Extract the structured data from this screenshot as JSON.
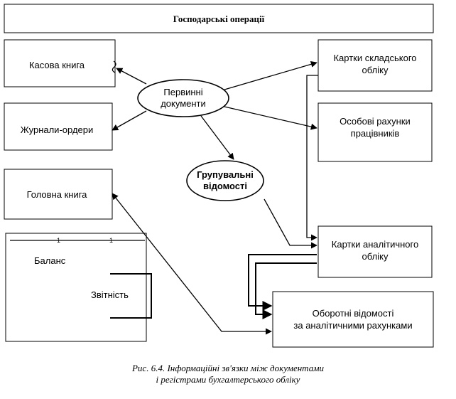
{
  "nodes": {
    "operations": "Господарські операції",
    "cash_book": "Касова книга",
    "journals": "Журнали-ордери",
    "primary_docs": [
      "Первинні",
      "документи"
    ],
    "warehouse_cards": [
      "Картки складського",
      "обліку"
    ],
    "personal_accounts": [
      "Особові рахунки",
      "працівників"
    ],
    "grouping": [
      "Групувальні",
      "відомості"
    ],
    "general_ledger": "Головна книга",
    "balance": "Баланс",
    "reporting": "Звітність",
    "analytic_cards": [
      "Картки аналітичного",
      "обліку"
    ],
    "turnover": [
      "Оборотні відомості",
      "за аналітичними рахунками"
    ],
    "tick_marks": [
      "1",
      "1"
    ]
  },
  "caption": {
    "line1": "Рис. 6.4. Інформаційні зв'язки між документами",
    "line2": "і регістрами бухгалтерського обліку"
  }
}
